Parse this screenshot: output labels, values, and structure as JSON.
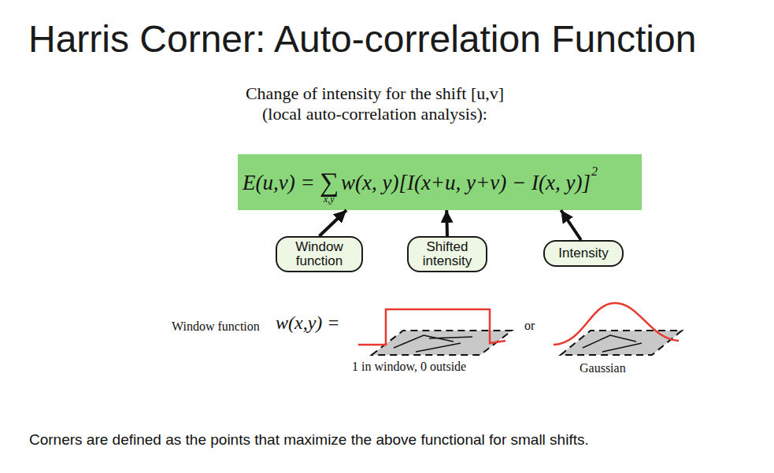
{
  "diagram": {
    "title": "Harris Corner: Auto-correlation Function",
    "nodes": [
      {
        "text": [
          "E(u,v) =",
          "∑",
          "x,y",
          "w(x, y)[I(x+u, y+v) − I(x, y)]",
          "2"
        ]
      },
      {
        "text": [
          "Window function"
        ]
      },
      {
        "text": [
          "Shifted intensity"
        ]
      },
      {
        "text": [
          "Intensity"
        ]
      }
    ],
    "edges": [
      {
        "from": 1,
        "to": 0,
        "arrow": "to"
      },
      {
        "from": 2,
        "to": 0,
        "arrow": "to"
      },
      {
        "from": 3,
        "to": 0,
        "arrow": "to"
      }
    ],
    "labels": [
      "Change of intensity for the shift [u,v] (local auto-correlation analysis):",
      "Window function",
      "w(x,y) =",
      "1 in window, 0 outside",
      "or",
      "Gaussian",
      "Corners are defined as the points that maximize the above functional for small shifts."
    ]
  }
}
